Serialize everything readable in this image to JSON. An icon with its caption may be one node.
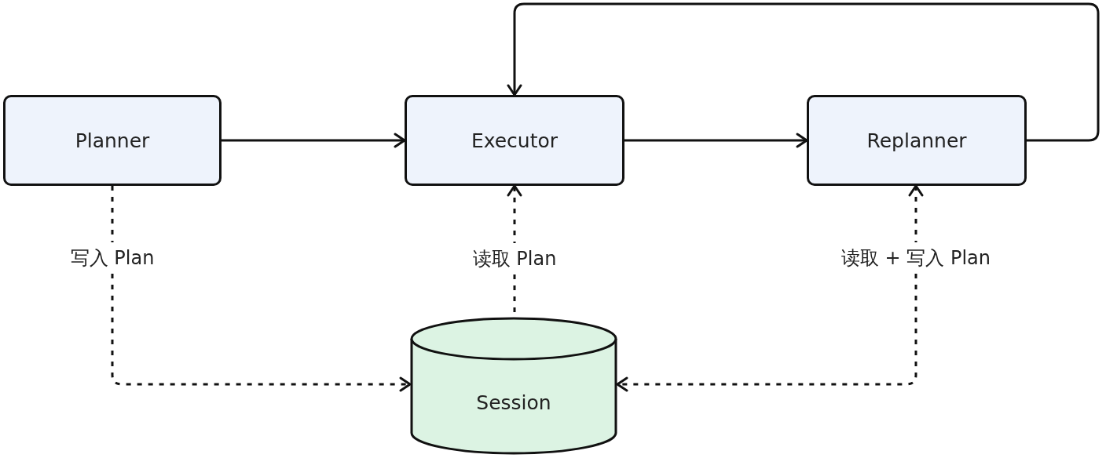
{
  "diagram": {
    "nodes": [
      {
        "text": [
          "Planner"
        ]
      },
      {
        "text": [
          "Executor"
        ]
      },
      {
        "text": [
          "Replanner"
        ]
      },
      {
        "text": [
          "Session"
        ]
      }
    ],
    "edges": [
      {
        "from": 0,
        "to": 1,
        "arrow": "to"
      },
      {
        "from": 1,
        "to": 2,
        "arrow": "to"
      },
      {
        "from": 2,
        "to": 1,
        "arrow": "to"
      },
      {
        "from": 0,
        "to": 3,
        "arrow": "to",
        "label": "写入 Plan",
        "style": "dashed"
      },
      {
        "from": 3,
        "to": 1,
        "arrow": "to",
        "label": "读取 Plan",
        "style": "dashed"
      },
      {
        "from": 2,
        "to": 3,
        "arrow": "both",
        "label": "读取 + 写入 Plan",
        "style": "dashed"
      }
    ]
  }
}
